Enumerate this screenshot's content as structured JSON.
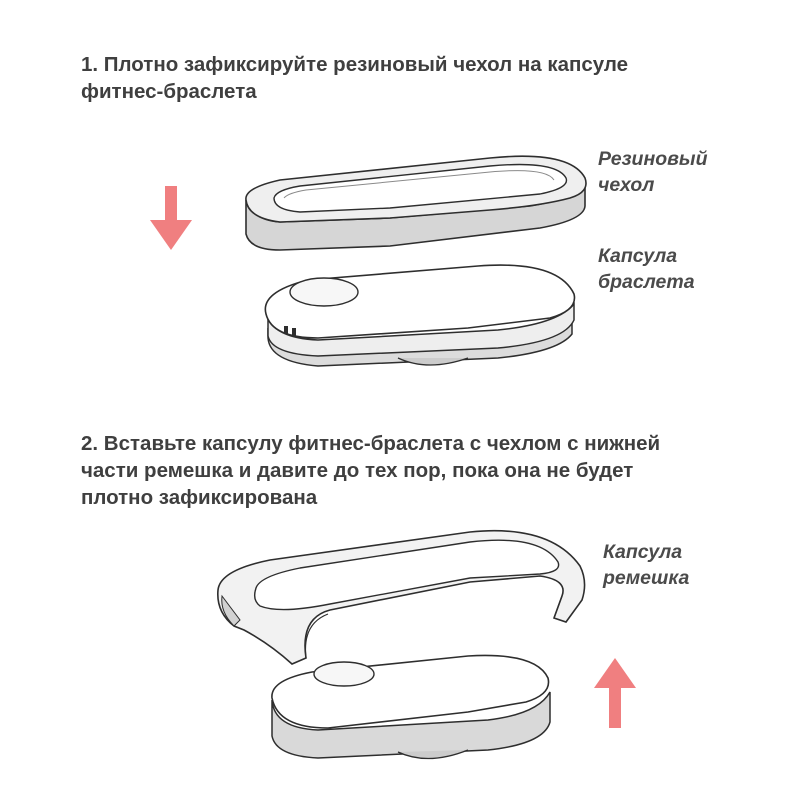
{
  "step1": {
    "line1": "1. Плотно зафиксируйте резиновый чехол на капсуле",
    "line2": "фитнес-браслета"
  },
  "step2": {
    "line1": "2. Вставьте капсулу фитнес-браслета с чехлом с нижней",
    "line2": "части ремешка и давите до тех пор, пока она не будет",
    "line3": "плотно зафиксирована"
  },
  "labels": {
    "cover": {
      "line1": "Резиновый",
      "line2": "чехол"
    },
    "capsule": {
      "line1": "Капсула",
      "line2": "браслета"
    },
    "strap": {
      "line1": "Капсула",
      "line2": "ремешка"
    }
  },
  "colors": {
    "arrow": "#f07f80",
    "outline": "#2e2e2e",
    "shade": "#d5d5d5",
    "text": "#3f3f3f"
  },
  "icons": {
    "down_arrow": "arrow-down-icon",
    "up_arrow": "arrow-up-icon"
  }
}
